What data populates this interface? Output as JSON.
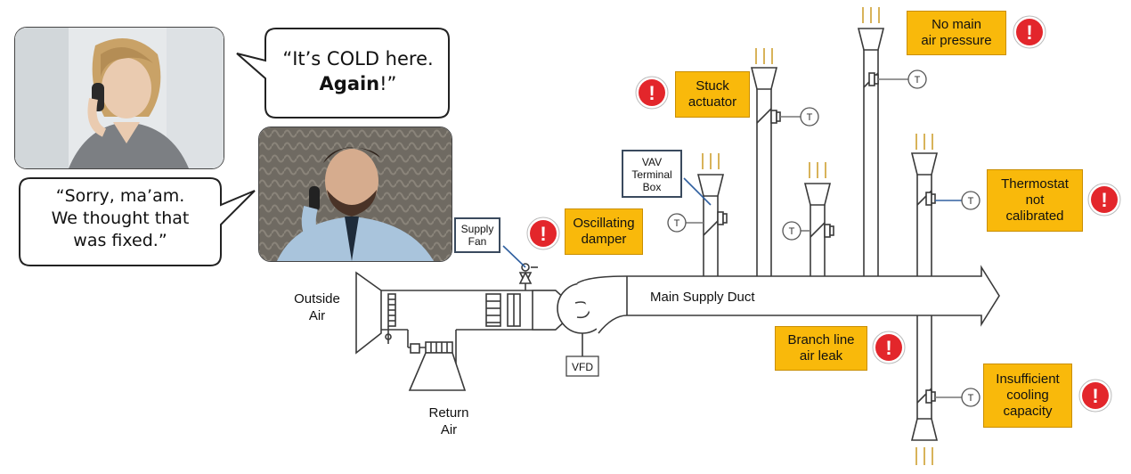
{
  "speech": {
    "woman_line1": "“It’s COLD here.",
    "woman_bold": "Again",
    "woman_end": "!”",
    "man_line1": "“Sorry, ma’am.",
    "man_line2": "We thought that",
    "man_line3": "was fixed.”"
  },
  "labels": {
    "outside_air_1": "Outside",
    "outside_air_2": "Air",
    "return_air_1": "Return",
    "return_air_2": "Air",
    "main_supply_duct": "Main Supply Duct",
    "vfd": "VFD",
    "supply_fan_1": "Supply",
    "supply_fan_2": "Fan",
    "vav_1": "VAV",
    "vav_2": "Terminal",
    "vav_3": "Box",
    "thermostat": "T"
  },
  "faults": [
    {
      "id": "oscillating-damper",
      "lines": [
        "Oscillating",
        "damper"
      ]
    },
    {
      "id": "stuck-actuator",
      "lines": [
        "Stuck",
        "actuator"
      ]
    },
    {
      "id": "no-main-air-pressure",
      "lines": [
        "No main",
        "air pressure"
      ]
    },
    {
      "id": "thermostat-not-calibrated",
      "lines": [
        "Thermostat",
        "not",
        "calibrated"
      ]
    },
    {
      "id": "branch-line-air-leak",
      "lines": [
        "Branch line",
        "air leak"
      ]
    },
    {
      "id": "insufficient-cooling-capacity",
      "lines": [
        "Insufficient",
        "cooling",
        "capacity"
      ]
    }
  ],
  "warning_symbol": "!",
  "colors": {
    "callout_fill": "#f9b90b",
    "warning_red": "#e3262b",
    "duct_line": "#3a3a3a",
    "heat_arrows": "#d8b35a"
  }
}
